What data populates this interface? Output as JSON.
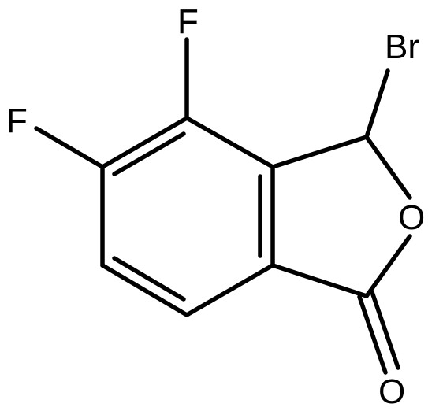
{
  "molecule": {
    "atoms": {
      "br": "Br",
      "f_upper": "F",
      "f_left": "F",
      "o_ring": "O",
      "o_carbonyl": "O"
    }
  },
  "colors": {
    "bond": "#000000",
    "label": "#000000",
    "background": "#ffffff"
  }
}
